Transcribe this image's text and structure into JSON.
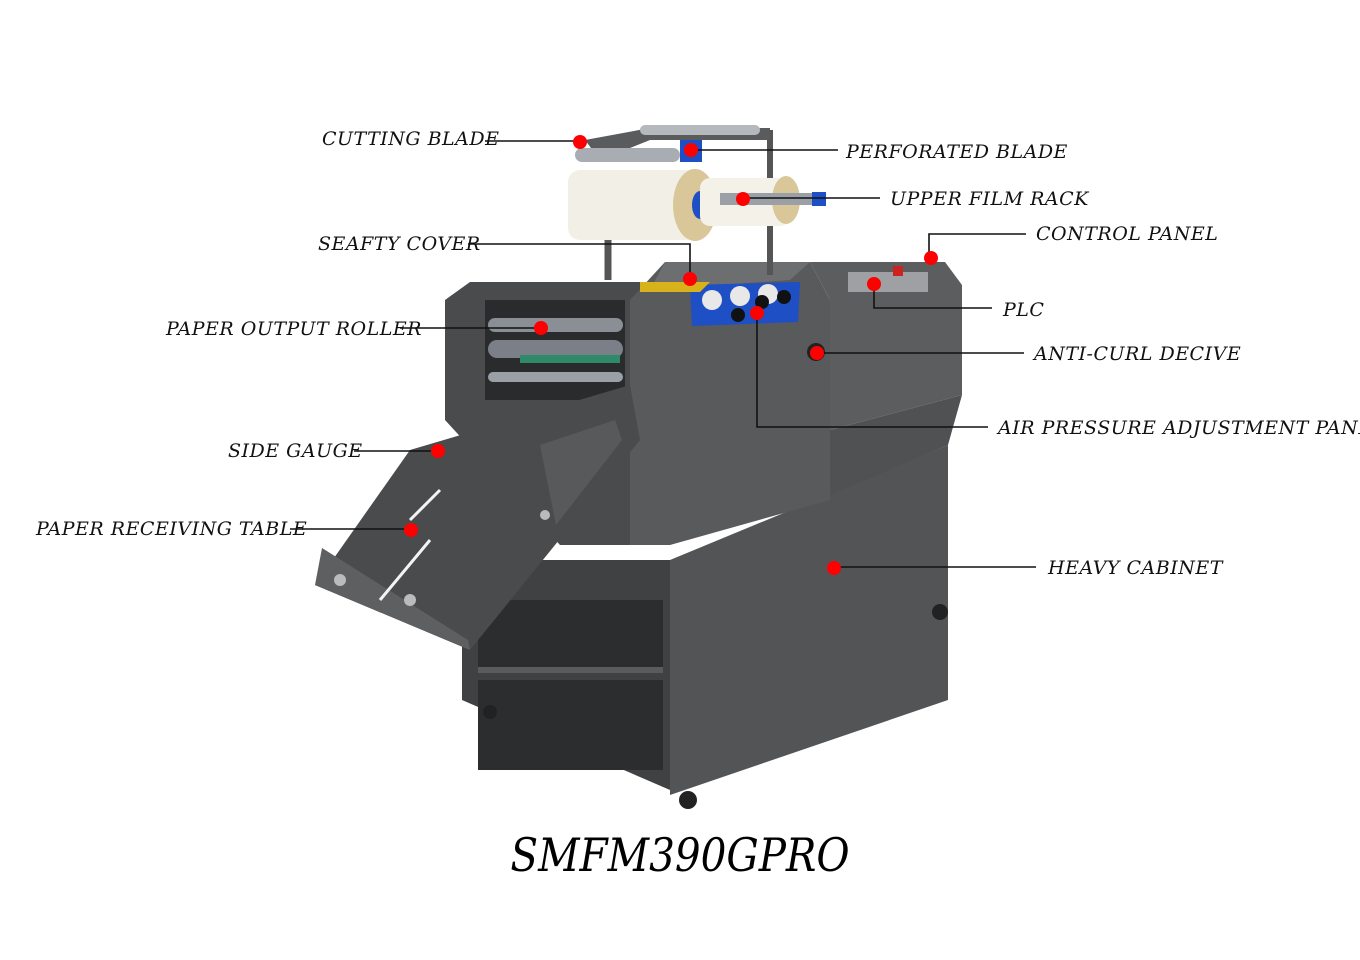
{
  "title": "SMFM390GPRO",
  "colors": {
    "background": "#ffffff",
    "marker": "#ff0000",
    "line": "#111111",
    "machine_body": "#4e4f51",
    "machine_dark": "#3c3d3f",
    "machine_light": "#6a6b6d",
    "film": "#f2efe6",
    "film_core": "#d9c79a",
    "accent_blue": "#1e4fc4"
  },
  "callouts": [
    {
      "id": "cutting-blade",
      "label": "CUTTING BLADE"
    },
    {
      "id": "perforated-blade",
      "label": "PERFORATED BLADE"
    },
    {
      "id": "upper-film-rack",
      "label": "UPPER FILM RACK"
    },
    {
      "id": "control-panel",
      "label": "CONTROL PANEL"
    },
    {
      "id": "seafty-cover",
      "label": "SEAFTY COVER"
    },
    {
      "id": "plc",
      "label": "PLC"
    },
    {
      "id": "paper-output-roller",
      "label": "PAPER OUTPUT ROLLER"
    },
    {
      "id": "anti-curl-decive",
      "label": "ANTI-CURL DECIVE"
    },
    {
      "id": "air-pressure-adjustment-panel",
      "label": "AIR PRESSURE ADJUSTMENT PANEL"
    },
    {
      "id": "side-gauge",
      "label": "SIDE GAUGE"
    },
    {
      "id": "paper-receiving-table",
      "label": "PAPER RECEIVING TABLE"
    },
    {
      "id": "heavy-cabinet",
      "label": "HEAVY CABINET"
    }
  ]
}
